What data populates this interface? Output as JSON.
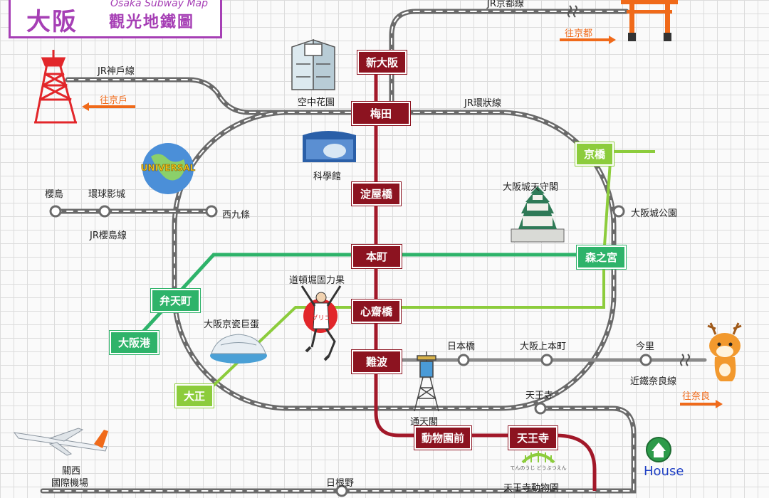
{
  "title": {
    "main": "大阪",
    "english": "Osaka Subway Map",
    "subtitle": "觀光地鐵圖"
  },
  "subway_stations": {
    "shin_osaka": "新大阪",
    "umeda": "梅田",
    "yodoyabashi": "淀屋橋",
    "honmachi": "本町",
    "shinsaibashi": "心齋橋",
    "namba": "難波",
    "dobutsuenmae": "動物園前",
    "tennoji": "天王寺"
  },
  "green_stations": {
    "bentencho": "弁天町",
    "osakako": "大阪港",
    "morinomiya": "森之宮"
  },
  "lime_stations": {
    "taisho": "大正",
    "kyobashi": "京橋"
  },
  "line_labels": {
    "jr_kobe": "JR神戶線",
    "jr_kyoto": "JR京都線",
    "jr_loop": "JR環狀線",
    "jr_sakurajima": "JR櫻島線",
    "kintetsu_nara": "近鐵奈良線"
  },
  "directions": {
    "to_kobe": "往京戶",
    "to_kyoto": "往京都",
    "to_nara": "往奈良"
  },
  "stop_labels": {
    "sakurajima": "櫻島",
    "universal_city": "環球影城",
    "nishikujo": "西九條",
    "osakajo_koen": "大阪城公園",
    "nipponbashi": "日本橋",
    "uehonmachi": "大阪上本町",
    "imazato": "今里",
    "tennoji_jr": "天王寺",
    "hineno": "日根野"
  },
  "landmarks": {
    "sky_building": "空中花園",
    "science_museum": "科學館",
    "osaka_castle": "大阪城天守閣",
    "glico": "道頓堀固力果",
    "kyocera_dome": "大阪京瓷巨蛋",
    "tsutenkaku": "通天閣",
    "tennoji_zoo": "天王寺動物園",
    "kansai_airport_1": "關西",
    "kansai_airport_2": "國際機場",
    "universal_globe": "UNIVERSAL",
    "zoo_logo": "てんのうじ どうぶつえん",
    "glico_badge": "グリコ"
  },
  "home": {
    "label": "House"
  },
  "colors": {
    "midosuji": "#a21829",
    "chuo": "#2eb36a",
    "nagahori": "#8ccc3c",
    "jr": "#555555",
    "title": "#a63fb5",
    "direction": "#f06a1a"
  }
}
